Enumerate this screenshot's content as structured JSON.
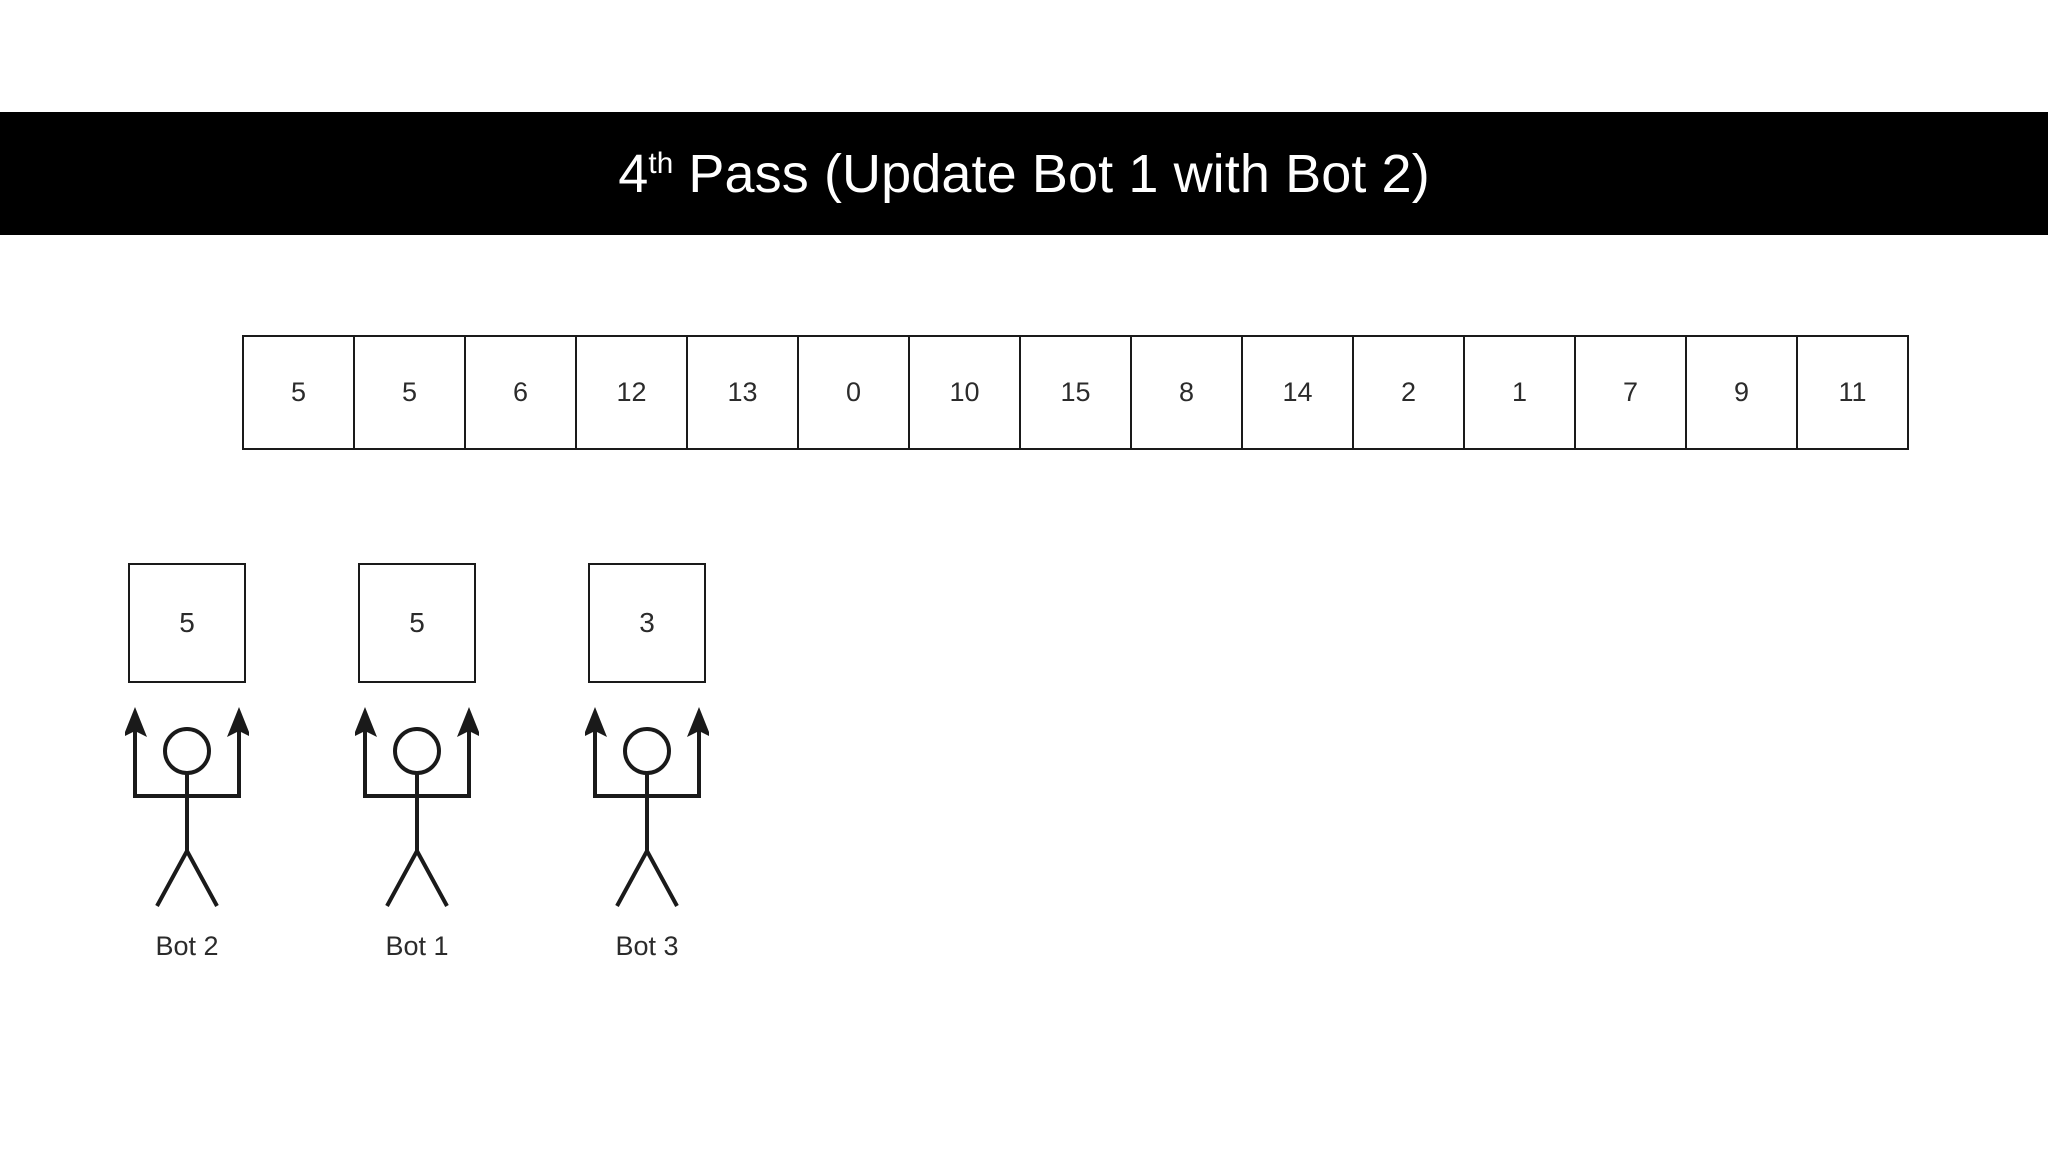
{
  "slide": {
    "title": {
      "lead_number": "4",
      "ordinal_suffix": "th",
      "rest": " Pass (Update Bot 1 with Bot 2)",
      "full_text": "4th Pass (Update Bot 1 with Bot 2)",
      "background_color": "#000000",
      "text_color": "#ffffff"
    },
    "background_color": "#ffffff",
    "ink_color": "#1a1a1a"
  },
  "array": {
    "name": "data-array",
    "cell_count": 15,
    "values": [
      "5",
      "5",
      "6",
      "12",
      "13",
      "0",
      "10",
      "15",
      "8",
      "14",
      "2",
      "1",
      "7",
      "9",
      "11"
    ]
  },
  "bots": [
    {
      "label": "Bot 2",
      "value": "5",
      "icon": "stick-figure-with-raised-arrow-arms-icon"
    },
    {
      "label": "Bot 1",
      "value": "5",
      "icon": "stick-figure-with-raised-arrow-arms-icon"
    },
    {
      "label": "Bot 3",
      "value": "3",
      "icon": "stick-figure-with-raised-arrow-arms-icon"
    }
  ]
}
